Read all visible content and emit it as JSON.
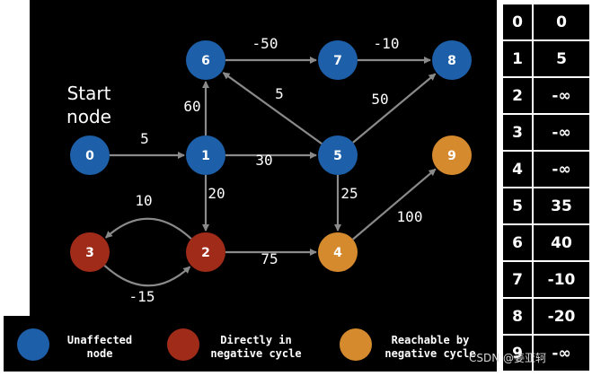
{
  "start_label": [
    "Start",
    "node"
  ],
  "colors": {
    "unaffected": "#1d5fa8",
    "negative_cycle": "#a12b19",
    "reachable": "#d68a2e",
    "edge": "#8a8a8a",
    "text": "#ffffff"
  },
  "nodes": [
    {
      "id": "0",
      "category": "unaffected"
    },
    {
      "id": "1",
      "category": "unaffected"
    },
    {
      "id": "2",
      "category": "negative_cycle"
    },
    {
      "id": "3",
      "category": "negative_cycle"
    },
    {
      "id": "4",
      "category": "reachable"
    },
    {
      "id": "5",
      "category": "unaffected"
    },
    {
      "id": "6",
      "category": "unaffected"
    },
    {
      "id": "7",
      "category": "unaffected"
    },
    {
      "id": "8",
      "category": "unaffected"
    },
    {
      "id": "9",
      "category": "reachable"
    }
  ],
  "edges": [
    {
      "from": "0",
      "to": "1",
      "weight": "5"
    },
    {
      "from": "1",
      "to": "6",
      "weight": "60"
    },
    {
      "from": "1",
      "to": "5",
      "weight": "30"
    },
    {
      "from": "1",
      "to": "2",
      "weight": "20"
    },
    {
      "from": "6",
      "to": "7",
      "weight": "-50"
    },
    {
      "from": "7",
      "to": "8",
      "weight": "-10"
    },
    {
      "from": "5",
      "to": "6",
      "weight": "5"
    },
    {
      "from": "5",
      "to": "8",
      "weight": "50"
    },
    {
      "from": "5",
      "to": "4",
      "weight": "25"
    },
    {
      "from": "2",
      "to": "3",
      "weight": "10"
    },
    {
      "from": "3",
      "to": "2",
      "weight": "-15"
    },
    {
      "from": "2",
      "to": "4",
      "weight": "75"
    },
    {
      "from": "4",
      "to": "9",
      "weight": "100"
    }
  ],
  "legend": [
    {
      "category": "unaffected",
      "lines": [
        "Unaffected",
        "node"
      ]
    },
    {
      "category": "negative_cycle",
      "lines": [
        "Directly in",
        "negative cycle"
      ]
    },
    {
      "category": "reachable",
      "lines": [
        "Reachable by",
        "negative cycle"
      ]
    }
  ],
  "distance_table": [
    {
      "node": "0",
      "dist": "0"
    },
    {
      "node": "1",
      "dist": "5"
    },
    {
      "node": "2",
      "dist": "-∞"
    },
    {
      "node": "3",
      "dist": "-∞"
    },
    {
      "node": "4",
      "dist": "-∞"
    },
    {
      "node": "5",
      "dist": "35"
    },
    {
      "node": "6",
      "dist": "40"
    },
    {
      "node": "7",
      "dist": "-10"
    },
    {
      "node": "8",
      "dist": "-20"
    },
    {
      "node": "9",
      "dist": "-∞"
    }
  ],
  "watermark": "CSDN @姜亚轲"
}
